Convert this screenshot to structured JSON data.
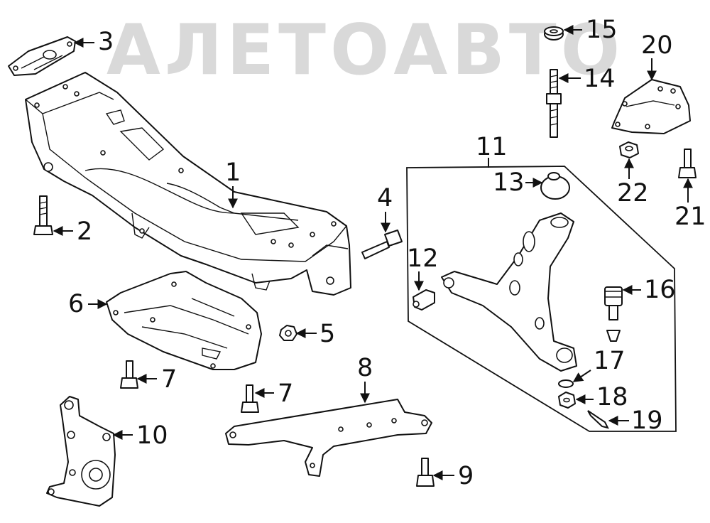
{
  "watermark": {
    "text": "АЛЕТОАВТО"
  },
  "callouts": [
    {
      "id": "c1",
      "label": "1"
    },
    {
      "id": "c2",
      "label": "2"
    },
    {
      "id": "c3",
      "label": "3"
    },
    {
      "id": "c4",
      "label": "4"
    },
    {
      "id": "c5",
      "label": "5"
    },
    {
      "id": "c6",
      "label": "6"
    },
    {
      "id": "c7a",
      "label": "7"
    },
    {
      "id": "c7b",
      "label": "7"
    },
    {
      "id": "c8",
      "label": "8"
    },
    {
      "id": "c9",
      "label": "9"
    },
    {
      "id": "c10",
      "label": "10"
    },
    {
      "id": "c11",
      "label": "11"
    },
    {
      "id": "c12",
      "label": "12"
    },
    {
      "id": "c13",
      "label": "13"
    },
    {
      "id": "c14",
      "label": "14"
    },
    {
      "id": "c15",
      "label": "15"
    },
    {
      "id": "c16",
      "label": "16"
    },
    {
      "id": "c17",
      "label": "17"
    },
    {
      "id": "c18",
      "label": "18"
    },
    {
      "id": "c19",
      "label": "19"
    },
    {
      "id": "c20",
      "label": "20"
    },
    {
      "id": "c21",
      "label": "21"
    },
    {
      "id": "c22",
      "label": "22"
    }
  ]
}
